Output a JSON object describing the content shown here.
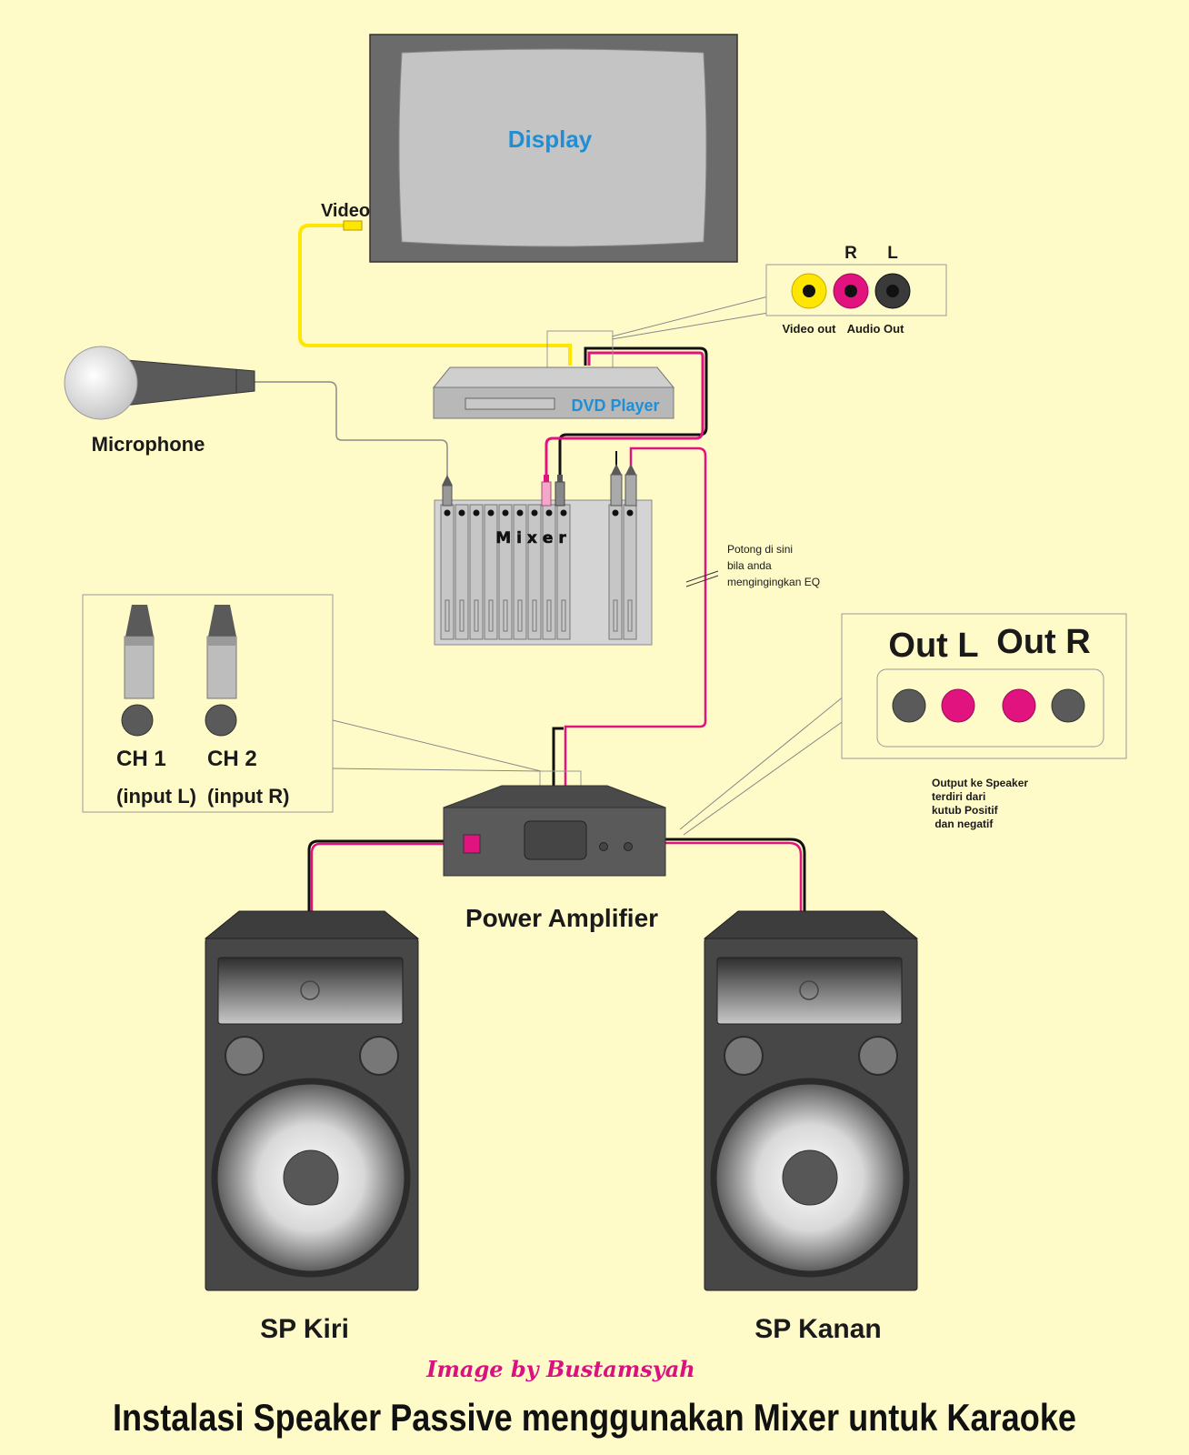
{
  "title": "Instalasi Speaker Passive menggunakan Mixer untuk Karaoke",
  "credit": "Image by Bustamsyah",
  "display": {
    "label": "Display",
    "video_label": "Video"
  },
  "dvd_player": {
    "label": "DVD Player"
  },
  "dvd_outputs": {
    "r_label": "R",
    "l_label": "L",
    "video_out_label": "Video out",
    "audio_out_label": "Audio Out"
  },
  "microphone": {
    "label": "Microphone"
  },
  "mixer": {
    "label": "Mixer",
    "note_line1": "Potong di sini",
    "note_line2": "bila anda",
    "note_line3": "mengingingkan EQ"
  },
  "amp_inputs": {
    "ch1_label": "CH 1",
    "ch1_sub": "(input L)",
    "ch2_label": "CH 2",
    "ch2_sub": "(input R)"
  },
  "amp_outputs": {
    "out_l_label": "Out L",
    "out_r_label": "Out R",
    "note_line1": "Output ke Speaker",
    "note_line2": "terdiri dari",
    "note_line3": "kutub Positif",
    "note_line4": " dan negatif"
  },
  "power_amplifier": {
    "label": "Power Amplifier"
  },
  "speakers": {
    "left_label": "SP Kiri",
    "right_label": "SP Kanan"
  },
  "colors": {
    "background": "#fffbc9",
    "video_cable": "#ffe600",
    "audio_red": "#e0137f",
    "cable_black": "#111111",
    "device_gray": "#5a5a5a",
    "screen_gray": "#c4c4c4",
    "accent_blue": "#1e8fd6"
  }
}
